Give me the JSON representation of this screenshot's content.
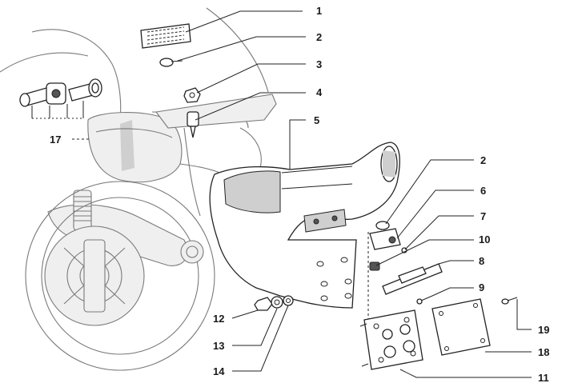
{
  "callouts": {
    "c1": "1",
    "c2a": "2",
    "c3": "3",
    "c4": "4",
    "c5": "5",
    "c2b": "2",
    "c6": "6",
    "c7": "7",
    "c10": "10",
    "c8": "8",
    "c9": "9",
    "c19": "19",
    "c18": "18",
    "c11": "11",
    "c12": "12",
    "c13": "13",
    "c14": "14",
    "c17": "17"
  },
  "colors": {
    "ink": "#222222",
    "ghost": "#7a7a7a",
    "shade": "#cfcfcf",
    "paper": "#ffffff"
  }
}
